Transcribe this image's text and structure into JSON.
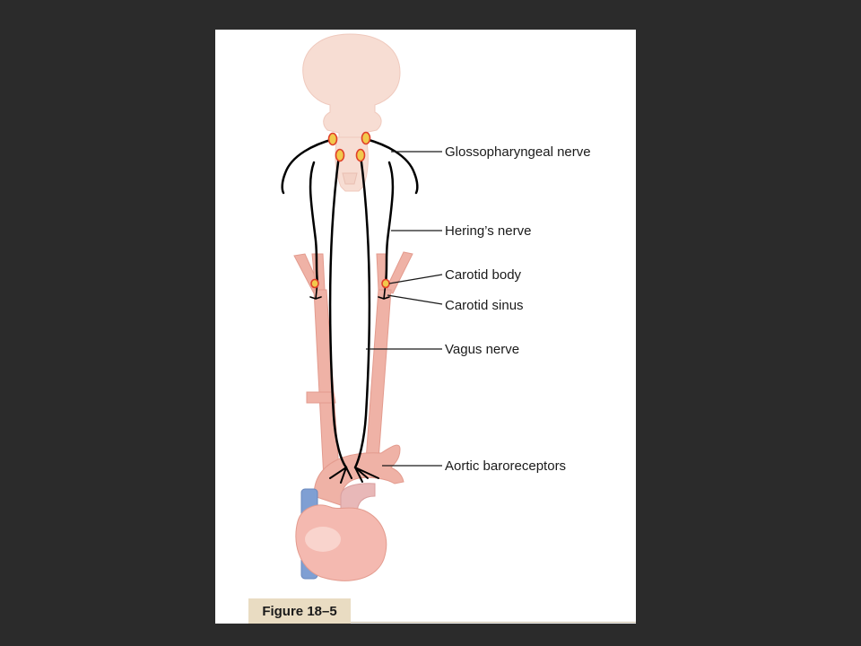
{
  "figure": {
    "caption": "Figure 18–5",
    "labels": {
      "glossopharyngeal": "Glossopharyngeal nerve",
      "herings": "Hering’s nerve",
      "carotid_body": "Carotid body",
      "carotid_sinus": "Carotid sinus",
      "vagus": "Vagus nerve",
      "aortic": "Aortic baroreceptors"
    }
  },
  "colors": {
    "background": "#2b2b2b",
    "panel": "#ffffff",
    "brain": "#f7ddd3",
    "artery": "#efb2a6",
    "heart": "#f4b9b0",
    "vein": "#7f9fd3",
    "nerve": "#000000",
    "receptor": "#f2c94c",
    "caption_bg": "#e9dcc2"
  }
}
